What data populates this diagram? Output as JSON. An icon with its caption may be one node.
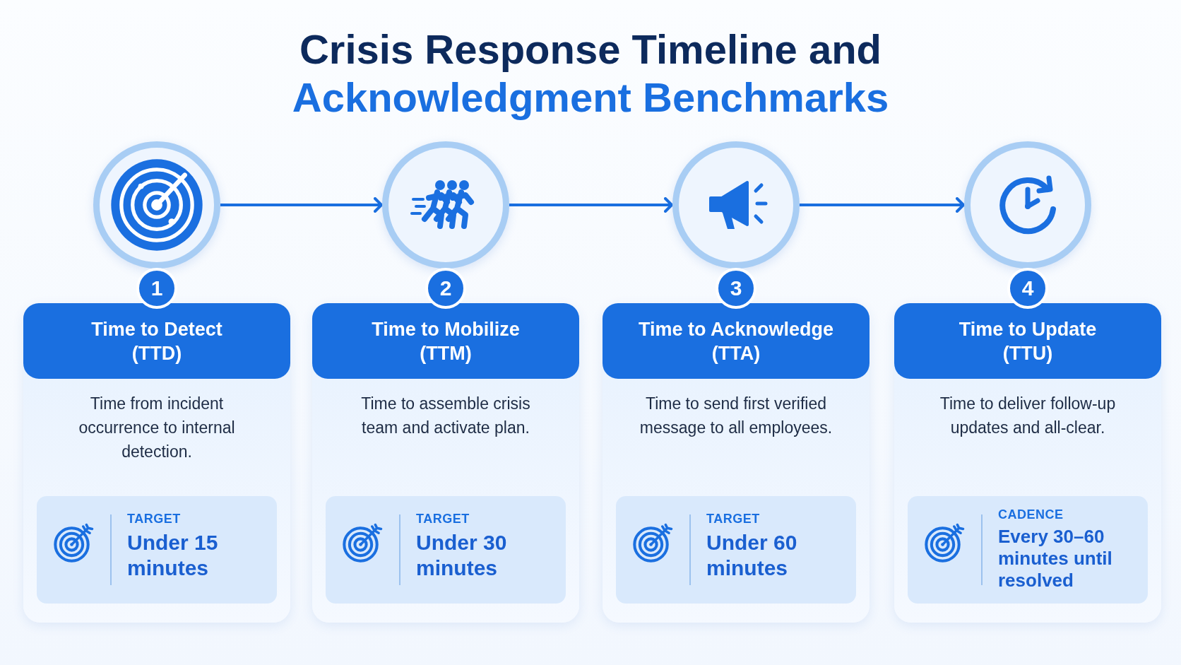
{
  "diagram": {
    "title": "Crisis Response Timeline and Acknowledgment Benchmarks",
    "nodes": [
      {
        "text": [],
        "shape": "circle"
      },
      {
        "text": [
          "1"
        ]
      },
      {
        "text": [
          "Time to Detect (TTD)",
          "Time from incident occurrence to internal detection."
        ]
      },
      {
        "text": [
          "TARGET",
          "Under 15 minutes"
        ],
        "in": 2
      },
      {
        "text": [],
        "shape": "circle"
      },
      {
        "text": [
          "2"
        ]
      },
      {
        "text": [
          "Time to Mobilize (TTM)",
          "Time to assemble crisis team and activate plan."
        ]
      },
      {
        "text": [
          "TARGET",
          "Under 30 minutes"
        ],
        "in": 6
      },
      {
        "text": [],
        "shape": "circle"
      },
      {
        "text": [
          "3"
        ]
      },
      {
        "text": [
          "Time to Acknowledge (TTA)",
          "Time to send first verified message to all employees."
        ]
      },
      {
        "text": [
          "TARGET",
          "Under 60 minutes"
        ],
        "in": 10
      },
      {
        "text": [],
        "shape": "circle"
      },
      {
        "text": [
          "4"
        ]
      },
      {
        "text": [
          "Time to Update (TTU)",
          "Time to deliver follow-up updates and all-clear."
        ]
      },
      {
        "text": [
          "CADENCE",
          "Every 30–60 minutes until resolved"
        ],
        "in": 14
      }
    ],
    "edges": [
      {
        "from": 0,
        "to": 4,
        "arrow": "to"
      },
      {
        "from": 4,
        "to": 8,
        "arrow": "to"
      },
      {
        "from": 8,
        "to": 12,
        "arrow": "to"
      }
    ]
  }
}
